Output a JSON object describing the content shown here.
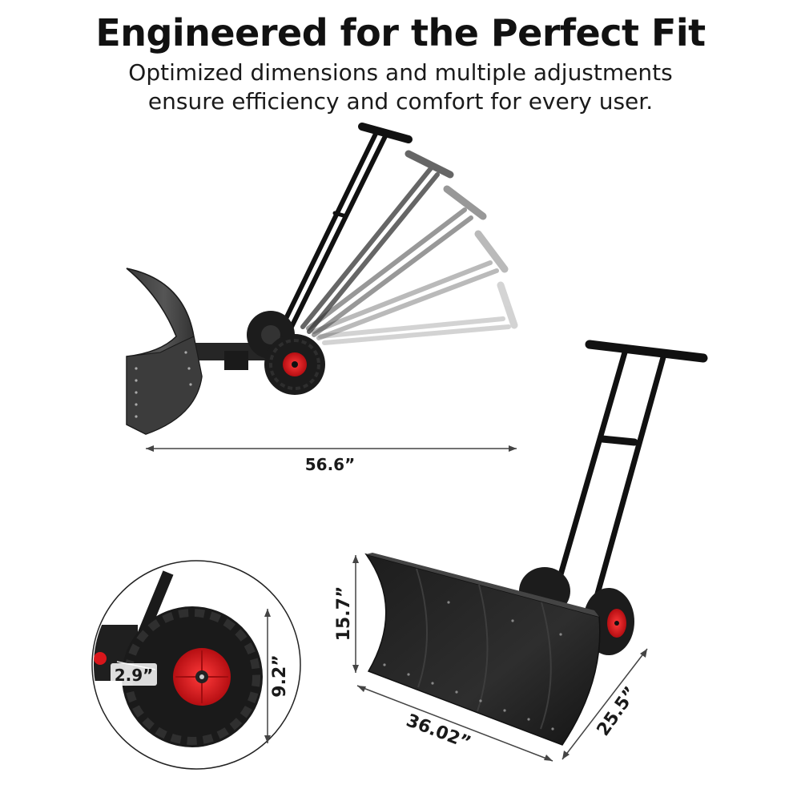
{
  "header": {
    "title": "Engineered for the Perfect Fit",
    "subtitle_line1": "Optimized dimensions and multiple adjustments",
    "subtitle_line2": "ensure efficiency and comfort for every user."
  },
  "dimensions": {
    "length": "56.6”",
    "height": "15.7”",
    "width": "36.02”",
    "depth": "25.5”",
    "wheel_diameter": "9.2”",
    "wheel_width": "2.9”"
  },
  "colors": {
    "shovel": "#2a2a2a",
    "wheel_hub": "#d8161b",
    "tire": "#1c1c1c",
    "dim_line": "#444444"
  }
}
